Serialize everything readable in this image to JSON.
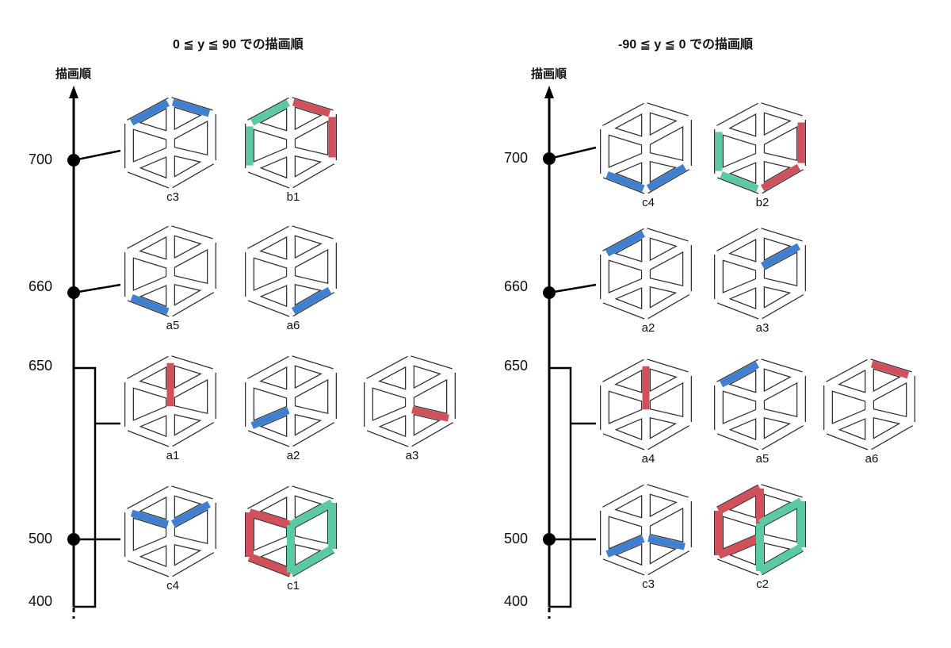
{
  "colors": {
    "blue": "#3f7fd0",
    "red": "#d0505c",
    "green": "#5cc9a6",
    "line": "#333333"
  },
  "panels": [
    {
      "title": "0 ≦ y ≦ 90 での描画順",
      "axis_label": "描画順",
      "ticks": [
        "700",
        "660",
        "650",
        "500",
        "400"
      ],
      "rows": [
        {
          "tick_point": "700",
          "cubes": [
            {
              "label": "c3",
              "bars": [
                {
                  "edge": "top-back-left",
                  "color": "blue"
                },
                {
                  "edge": "top-back-right",
                  "color": "blue"
                }
              ]
            },
            {
              "label": "b1",
              "bars": [
                {
                  "edge": "top-back-right",
                  "color": "red"
                },
                {
                  "edge": "right-front-vertical",
                  "color": "red"
                },
                {
                  "edge": "left-front-vertical",
                  "color": "green"
                },
                {
                  "edge": "top-back-left",
                  "color": "green"
                }
              ]
            }
          ]
        },
        {
          "tick_point": "660",
          "cubes": [
            {
              "label": "a5",
              "bars": [
                {
                  "edge": "bottom-inner-front",
                  "color": "blue"
                }
              ]
            },
            {
              "label": "a6",
              "bars": [
                {
                  "edge": "bottom-right-front",
                  "color": "blue"
                }
              ]
            }
          ]
        },
        {
          "tick_point": "650",
          "cubes": [
            {
              "label": "a1",
              "bars": [
                {
                  "edge": "inner-vertical",
                  "color": "red"
                }
              ]
            },
            {
              "label": "a2",
              "bars": [
                {
                  "edge": "inner-bottom-left",
                  "color": "blue"
                }
              ]
            },
            {
              "label": "a3",
              "bars": [
                {
                  "edge": "inner-bottom-right",
                  "color": "red"
                }
              ]
            }
          ]
        },
        {
          "tick_point": "500",
          "cubes": [
            {
              "label": "c4",
              "bars": [
                {
                  "edge": "top-front-left",
                  "color": "blue"
                },
                {
                  "edge": "top-front-right",
                  "color": "blue"
                }
              ]
            },
            {
              "label": "c1",
              "bars": [
                {
                  "edge": "front-face",
                  "color": "red"
                },
                {
                  "edge": "right-face",
                  "color": "green"
                }
              ]
            }
          ]
        }
      ]
    },
    {
      "title": "-90 ≦ y ≦ 0 での描画順",
      "axis_label": "描画順",
      "ticks": [
        "700",
        "660",
        "650",
        "500",
        "400"
      ],
      "rows": [
        {
          "tick_point": "700",
          "cubes": [
            {
              "label": "c4",
              "bars": [
                {
                  "edge": "bottom-front-left",
                  "color": "blue"
                },
                {
                  "edge": "bottom-front-right",
                  "color": "blue"
                }
              ]
            },
            {
              "label": "b2",
              "bars": [
                {
                  "edge": "bottom-front-right",
                  "color": "red"
                },
                {
                  "edge": "right-front-vertical",
                  "color": "red"
                },
                {
                  "edge": "left-front-vertical",
                  "color": "green"
                },
                {
                  "edge": "bottom-front-left",
                  "color": "green"
                }
              ]
            }
          ]
        },
        {
          "tick_point": "660",
          "cubes": [
            {
              "label": "a2",
              "bars": [
                {
                  "edge": "top-back-left",
                  "color": "blue"
                }
              ]
            },
            {
              "label": "a3",
              "bars": [
                {
                  "edge": "top-right-front",
                  "color": "blue"
                }
              ]
            }
          ]
        },
        {
          "tick_point": "650",
          "cubes": [
            {
              "label": "a4",
              "bars": [
                {
                  "edge": "inner-vertical",
                  "color": "red"
                }
              ]
            },
            {
              "label": "a5",
              "bars": [
                {
                  "edge": "inner-top-left",
                  "color": "blue"
                }
              ]
            },
            {
              "label": "a6",
              "bars": [
                {
                  "edge": "inner-top-right",
                  "color": "red"
                }
              ]
            }
          ]
        },
        {
          "tick_point": "500",
          "cubes": [
            {
              "label": "c3",
              "bars": [
                {
                  "edge": "bottom-back-left",
                  "color": "blue"
                },
                {
                  "edge": "bottom-back-right",
                  "color": "blue"
                }
              ]
            },
            {
              "label": "c2",
              "bars": [
                {
                  "edge": "back-face",
                  "color": "red"
                },
                {
                  "edge": "right-face",
                  "color": "green"
                }
              ]
            }
          ]
        }
      ]
    }
  ]
}
